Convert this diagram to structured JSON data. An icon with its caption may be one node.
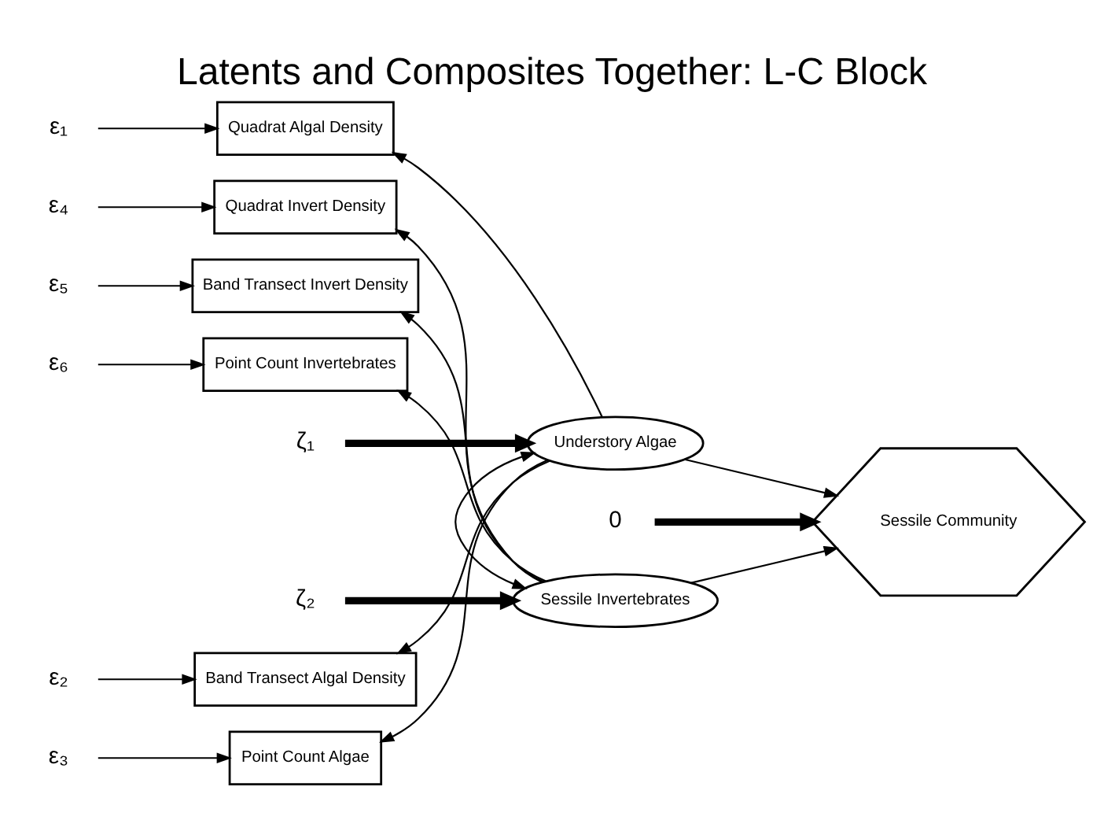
{
  "diagram": {
    "title": "Latents and Composites Together: L-C Block",
    "nodes": [
      {
        "text": [
          "ε₁"
        ]
      },
      {
        "text": [
          "Quadrat Algal Density"
        ]
      },
      {
        "text": [
          "ζ₁"
        ]
      },
      {
        "text": [
          "ε₂"
        ]
      },
      {
        "text": [
          "Band Transect Algal Density"
        ]
      },
      {
        "text": [
          "Understory Algae"
        ]
      },
      {
        "text": [
          "0"
        ]
      },
      {
        "text": [
          "ε₃"
        ]
      },
      {
        "text": [
          "Point Count Algae"
        ]
      },
      {
        "text": [
          "Sessile Community"
        ]
      },
      {
        "text": [
          "ε₄"
        ]
      },
      {
        "text": [
          "Quadrat Invert Density"
        ]
      },
      {
        "text": [
          "ε₅"
        ]
      },
      {
        "text": [
          "Band Transect Invert Density"
        ]
      },
      {
        "text": [
          "Sessile Invertebrates"
        ]
      },
      {
        "text": [
          "ε₆"
        ]
      },
      {
        "text": [
          "Point Count Invertebrates"
        ]
      },
      {
        "text": [
          "ζ₂"
        ]
      }
    ],
    "edges": [
      {
        "from": 0,
        "to": 1,
        "arrow": "to"
      },
      {
        "from": 3,
        "to": 4,
        "arrow": "to"
      },
      {
        "from": 7,
        "to": 8,
        "arrow": "to"
      },
      {
        "from": 10,
        "to": 11,
        "arrow": "to"
      },
      {
        "from": 12,
        "to": 13,
        "arrow": "to"
      },
      {
        "from": 15,
        "to": 16,
        "arrow": "to"
      },
      {
        "from": 5,
        "to": 1,
        "arrow": "to"
      },
      {
        "from": 5,
        "to": 4,
        "arrow": "to"
      },
      {
        "from": 5,
        "to": 8,
        "arrow": "to"
      },
      {
        "from": 14,
        "to": 11,
        "arrow": "to"
      },
      {
        "from": 14,
        "to": 13,
        "arrow": "to"
      },
      {
        "from": 14,
        "to": 16,
        "arrow": "to"
      },
      {
        "from": 5,
        "to": 14,
        "arrow": "both"
      },
      {
        "from": 2,
        "to": 5,
        "arrow": "to",
        "style": "thick"
      },
      {
        "from": 17,
        "to": 14,
        "arrow": "to",
        "style": "thick"
      },
      {
        "from": 5,
        "to": 9,
        "arrow": "to"
      },
      {
        "from": 14,
        "to": 9,
        "arrow": "to"
      },
      {
        "from": 6,
        "to": 9,
        "arrow": "to",
        "style": "thick"
      }
    ]
  }
}
